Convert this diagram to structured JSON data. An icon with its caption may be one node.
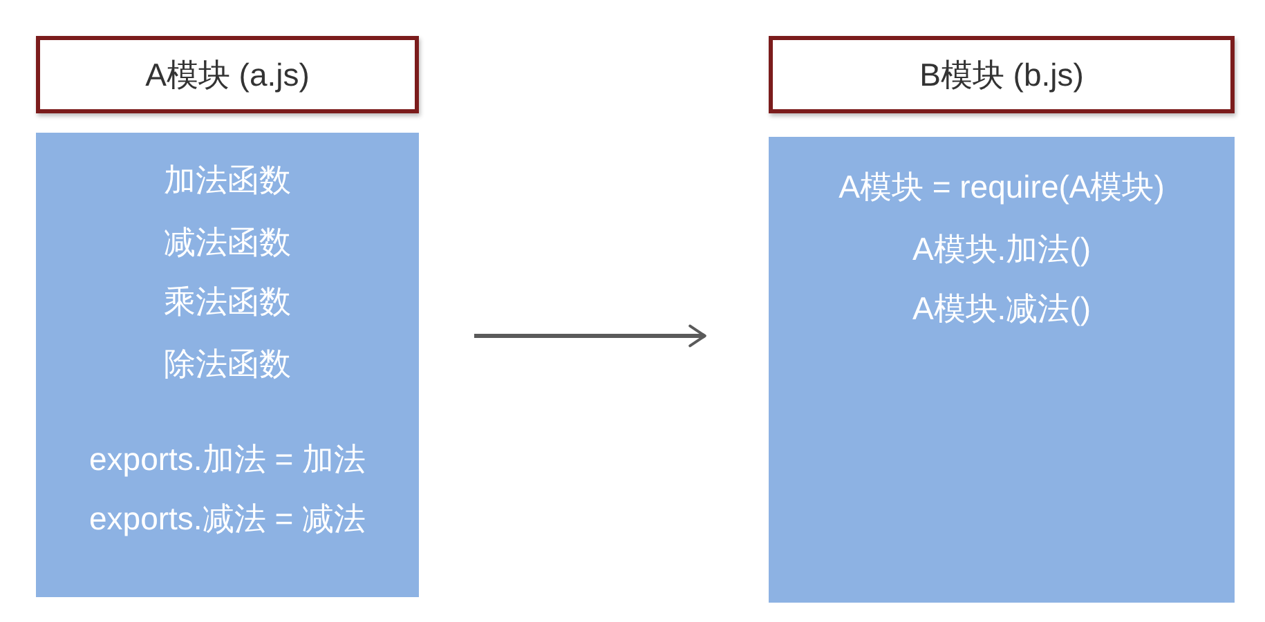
{
  "diagram": {
    "nodes": [
      {
        "text": [
          "A模块 (a.js)"
        ]
      },
      {
        "text": [
          "加法函数",
          "减法函数",
          "乘法函数",
          "除法函数",
          "exports.加法 = 加法",
          "exports.减法 = 减法"
        ]
      },
      {
        "text": [
          "B模块 (b.js)"
        ]
      },
      {
        "text": [
          "A模块 = require(A模块)",
          "A模块.加法()",
          "A模块.减法()"
        ]
      }
    ],
    "edges": [
      {
        "from": 1,
        "to": 3,
        "arrow": "to"
      }
    ]
  }
}
